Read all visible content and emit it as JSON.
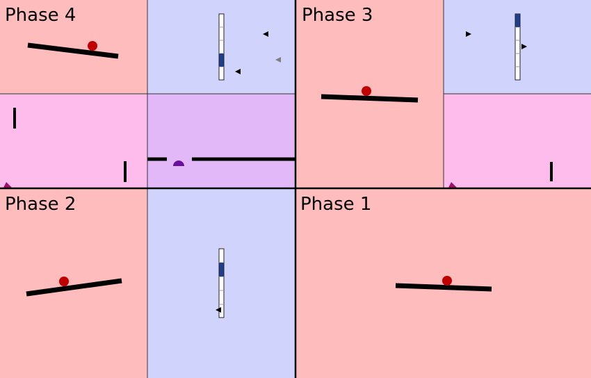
{
  "phases": [
    {
      "id": "phase4",
      "label": "Phase 4"
    },
    {
      "id": "phase3",
      "label": "Phase 3"
    },
    {
      "id": "phase2",
      "label": "Phase 2"
    },
    {
      "id": "phase1",
      "label": "Phase 1"
    }
  ],
  "colors": {
    "red_panel": "#ffbcbc",
    "blue_panel": "#d0d4fc",
    "pink_panel": "#fdbcec",
    "purple_panel": "#e2b8f8",
    "ball": "#c00000",
    "meter_fill": "#1f3e8c",
    "semicircle": "#6a0fa0",
    "pink_marker": "#a0106a",
    "gray_arrow": "#7f7f7f",
    "line": "#000000"
  },
  "icons": [
    "ball-icon",
    "beam",
    "vertical-meter",
    "arrow-left-icon",
    "arrow-right-icon",
    "semicircle-icon",
    "corner-marker-icon"
  ]
}
